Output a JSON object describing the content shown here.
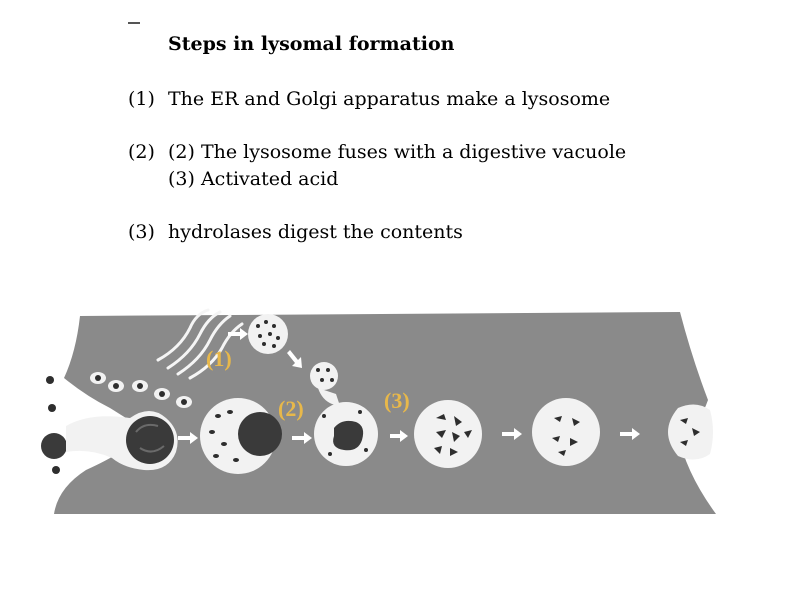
{
  "slide": {
    "title": "Steps in lysomal formation",
    "steps": [
      {
        "number": "(1)",
        "text": "The ER and Golgi apparatus make a lysosome"
      },
      {
        "number": "(2)",
        "text": "(2) The lysosome fuses with a digestive vacuole",
        "text_line2": "(3) Activated acid"
      },
      {
        "number": "(3)",
        "text": "hydrolases digest the contents"
      }
    ]
  },
  "diagram": {
    "labels": [
      "(1)",
      "(2)",
      "(3)"
    ],
    "colors": {
      "cytoplasm": "#8a8a8a",
      "vesicle": "#f2f2f2",
      "nucleus": "#3a3a3a",
      "label": "#e8b84a"
    }
  }
}
